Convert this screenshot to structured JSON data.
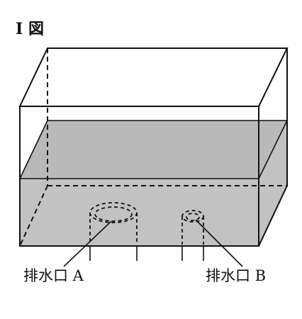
{
  "figure": {
    "title": "I 図",
    "drain_a_label": "排水口 A",
    "drain_b_label": "排水口 B"
  },
  "colors": {
    "water": "#c2c2c2",
    "water_top": "#b9b9b9",
    "line": "#111111",
    "background": "#ffffff"
  }
}
